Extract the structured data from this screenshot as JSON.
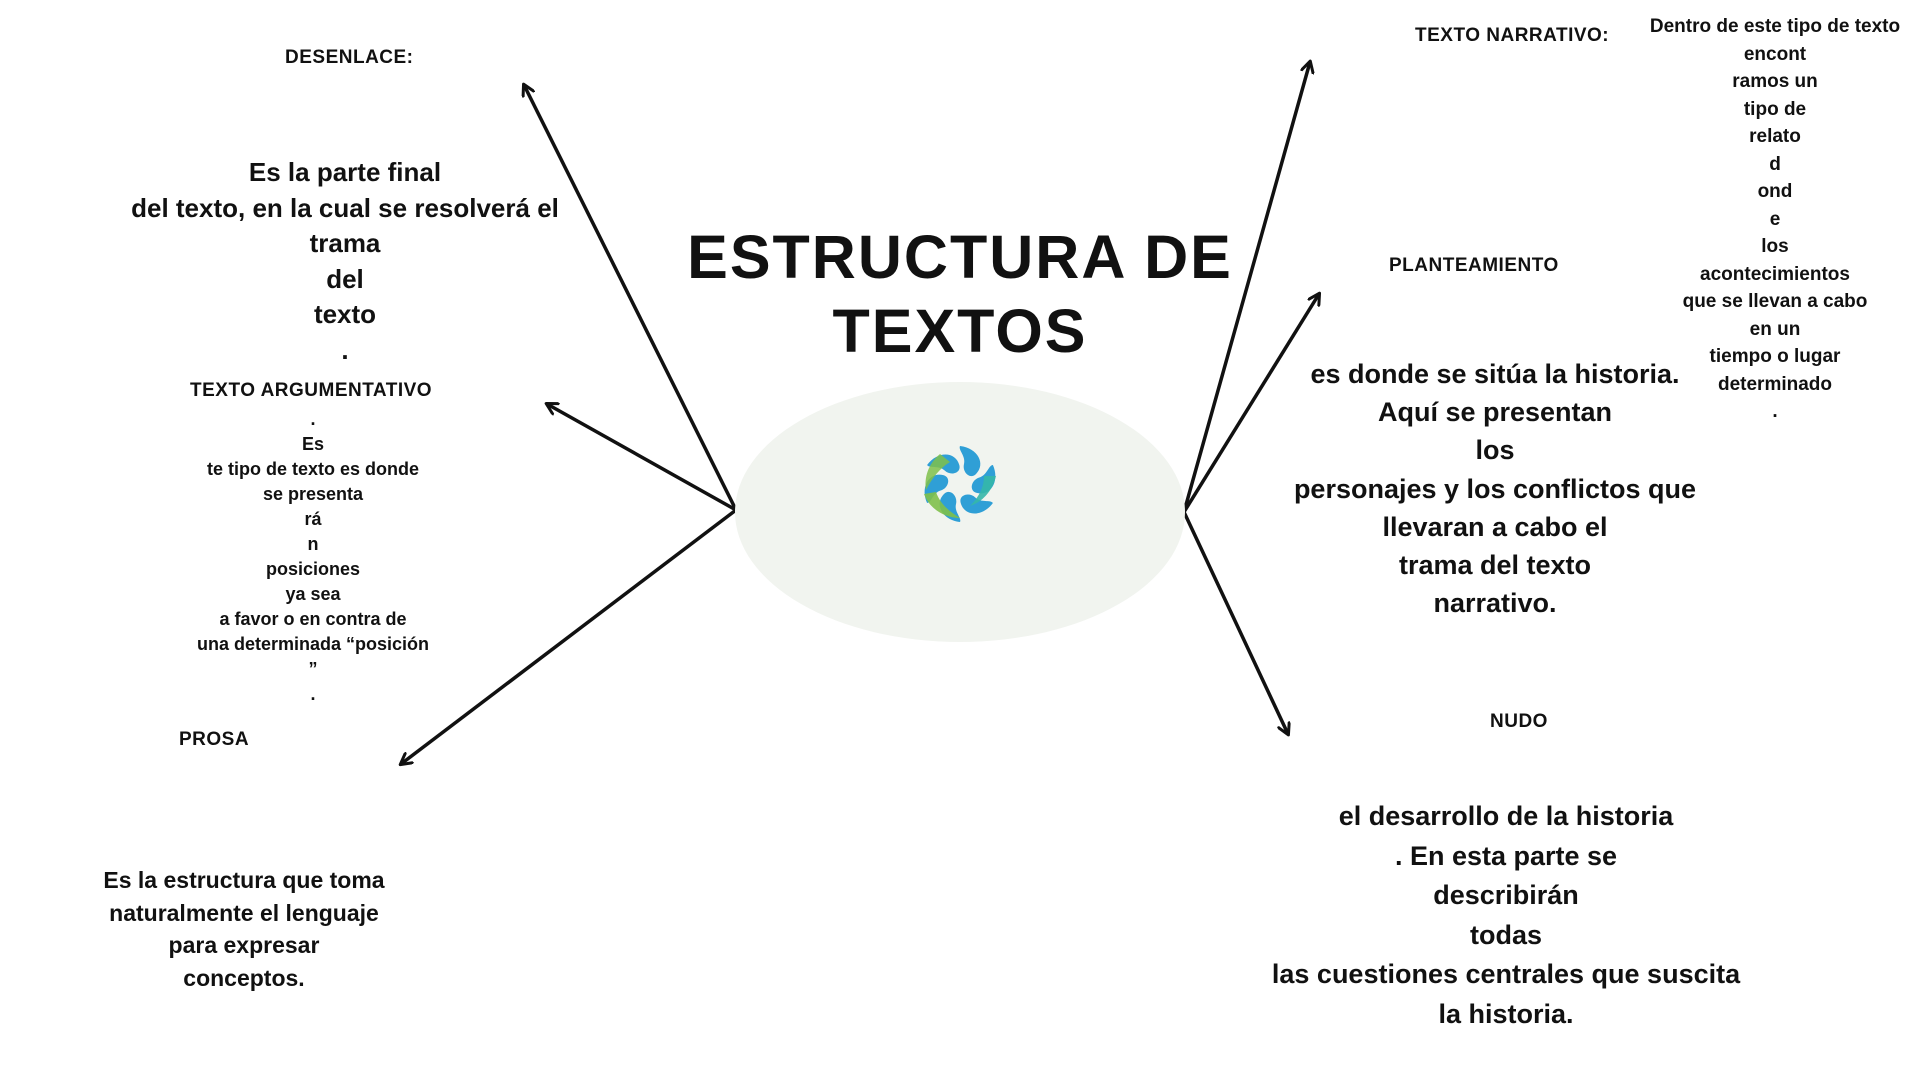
{
  "title": {
    "line1": "ESTRUCTURA DE",
    "line2": "TEXTOS"
  },
  "logo": {
    "icon": "swirl-logo-icon",
    "colors": [
      "#2f9fd6",
      "#7fc04a",
      "#35b7a8"
    ]
  },
  "left": {
    "desenlace": {
      "label": "DESENLACE:",
      "lines": [
        "Es la parte final",
        "del texto, en la cual se resolverá el",
        "trama",
        "del",
        "texto",
        "."
      ]
    },
    "argumentativo": {
      "label": "TEXTO ARGUMENTATIVO",
      "lines": [
        ".",
        "Es",
        "te tipo de texto es donde",
        "se presenta",
        "rá",
        "n",
        "posiciones",
        "ya sea",
        "a favor o en contra de",
        "una determinada “posición",
        "”",
        "."
      ]
    },
    "prosa": {
      "label": "PROSA",
      "lines": [
        "Es la estructura que toma",
        "naturalmente el lenguaje",
        "para expresar",
        "conceptos."
      ]
    }
  },
  "right": {
    "narrativo": {
      "label": "TEXTO NARRATIVO:",
      "lines": [
        "Dentro de este tipo de texto",
        "encont",
        "ramos un",
        "tipo de",
        "relato",
        "d",
        "ond",
        "e",
        "los",
        "acontecimientos",
        "que se llevan a cabo",
        "en un",
        "tiempo o lugar",
        "determinado",
        "."
      ]
    },
    "planteamiento": {
      "label": "PLANTEAMIENTO",
      "lines": [
        "es donde se sitúa la historia.",
        "Aquí se presentan",
        "los",
        "personajes y los conflictos que",
        "llevaran a cabo el",
        "trama del texto",
        "narrativo."
      ]
    },
    "nudo": {
      "label": "NUDO",
      "lines": [
        "el desarrollo de la historia",
        ". En esta parte se",
        "describirán",
        "todas",
        "las cuestiones centrales que suscita",
        "la historia."
      ]
    }
  }
}
